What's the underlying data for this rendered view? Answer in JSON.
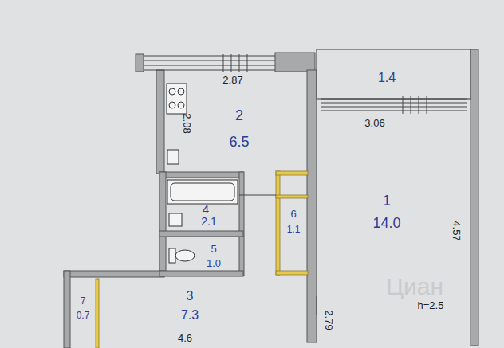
{
  "diagram": {
    "nodes": [
      {
        "text": [
          "2",
          "6.5"
        ]
      },
      {
        "text": [
          "1.4"
        ]
      },
      {
        "text": [
          "1",
          "14.0"
        ]
      },
      {
        "text": [
          "4",
          "2.1"
        ]
      },
      {
        "text": [
          "6",
          "1.1"
        ]
      },
      {
        "text": [
          "5",
          "1.0"
        ]
      },
      {
        "text": [
          "3",
          "7.3"
        ]
      },
      {
        "text": [
          "7",
          "0.7"
        ]
      }
    ],
    "labels": [
      "2.87",
      "3.06",
      "2.08",
      "4.57",
      "2.79",
      "4.6",
      "h=2.5",
      "Циан"
    ]
  }
}
